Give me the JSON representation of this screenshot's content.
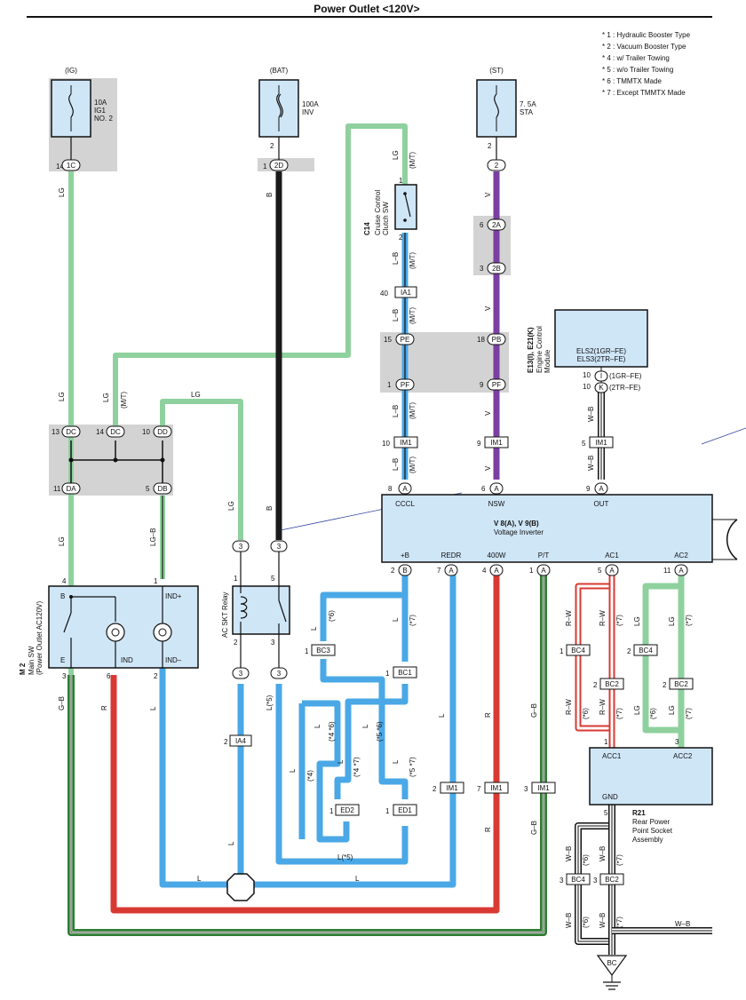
{
  "title": "Power Outlet <120V>",
  "notes": [
    "* 1 : Hydraulic Booster Type",
    "* 2 : Vacuum Booster Type",
    "* 4 : w/ Trailer Towing",
    "* 5 : w/o Trailer Towing",
    "* 6 : TMMTX Made",
    "* 7 : Except TMMTX Made"
  ],
  "fuses": {
    "ig": {
      "source": "(IG)",
      "rating": "10A",
      "name1": "IG1",
      "name2": "NO. 2",
      "pin": "14",
      "conn": "1C"
    },
    "bat": {
      "source": "(BAT)",
      "rating": "100A",
      "name1": "INV",
      "pin_top": "2",
      "pin": "1",
      "conn": "2D"
    },
    "st": {
      "source": "(ST)",
      "rating": "7. 5A",
      "name1": "STA",
      "pin_top": "2",
      "conn": "2"
    }
  },
  "wire_colors": {
    "LG": "LG",
    "B": "B",
    "V": "V",
    "LB": "L–B",
    "L": "L",
    "R": "R",
    "GB": "G–B",
    "LGB": "LG–B",
    "RW": "R–W",
    "WB": "W–B",
    "L5": "L(*5)",
    "MT": "(M/T)"
  },
  "connectors": {
    "j_pins": [
      "13",
      "14",
      "10",
      "11",
      "5"
    ],
    "j_conns": [
      "DC",
      "DC",
      "DD",
      "DA",
      "DB"
    ],
    "pe_pin": "15",
    "pe": "PE",
    "pb_pin": "18",
    "pb": "PB",
    "pf_pin1": "1",
    "pf": "PF",
    "pf_pin2": "9",
    "a2_pin": "6",
    "a2": "2A",
    "b2_pin": "3",
    "b2": "2B",
    "ia1_pin": "40",
    "ia1": "IA1",
    "im1": "IM1",
    "im1_pin10": "10",
    "im1_pin9": "9",
    "im1_pin5": "5",
    "im1_pin2": "2",
    "im1_pin7": "7",
    "im1_pin3": "3",
    "bc3": "BC3",
    "bc3_pin": "1",
    "bc1": "BC1",
    "bc1_pin": "1",
    "ed2": "ED2",
    "ed2_pin": "1",
    "ed1": "ED1",
    "ed1_pin": "1",
    "ia4": "IA4",
    "ia4_pin": "2",
    "bc4": "BC4",
    "bc2": "BC2",
    "bc": "BC",
    "r3": "3",
    "pin1": "1",
    "pin2": "2",
    "pin3": "3",
    "pin4": "4",
    "pin5": "5",
    "pin6": "6",
    "pin7": "7",
    "pin8": "8",
    "pin9": "9",
    "pin10": "10",
    "pin11": "11",
    "pin_a": "A",
    "pin_b": "B",
    "pin_i": "I",
    "pin_k": "K"
  },
  "components": {
    "c14": {
      "code": "C14",
      "name1": "Cruise Control",
      "name2": "Clutch SW"
    },
    "ecm": {
      "code": "E13(I), E21(K)",
      "name1": "Engine Control",
      "name2": "Module",
      "line1": "ELS2(1GR–FE)",
      "line2": "ELS3(2TR–FE)",
      "pinI": "(1GR–FE)",
      "pinK": "(2TR–FE)"
    },
    "inverter": {
      "code": "V 8(A), V 9(B)",
      "name": "Voltage Inverter",
      "top_pins": [
        "CCCL",
        "NSW",
        "OUT"
      ],
      "bottom_pins": [
        "+B",
        "REDR",
        "400W",
        "P/T",
        "AC1",
        "AC2"
      ]
    },
    "m2": {
      "code": "M 2",
      "name1": "Main SW",
      "name2": "(Power Outlet AC120V)",
      "terms": [
        "B",
        "E",
        "IND",
        "IND+",
        "IND–"
      ]
    },
    "relay": {
      "name": "AC SKT Relay"
    },
    "r21": {
      "code": "R21",
      "name1": "Rear Power",
      "name2": "Point Socket",
      "name3": "Assembly",
      "terms": [
        "ACC1",
        "ACC2",
        "GND"
      ]
    }
  },
  "variants": {
    "s4": "(*4)",
    "s5": "(*5)",
    "s6": "(*6)",
    "s7": "(*7)",
    "s46": "(*4 *6)",
    "s47": "(*4 *7)",
    "s56": "(*5 *6)",
    "s57": "(*5 *7)"
  },
  "colors": {
    "LG": "#8fd19e",
    "B": "#1a1a1a",
    "V": "#7a3fa0",
    "L": "#4aa8e6",
    "R": "#d83a33",
    "G": "#2e7d32",
    "W": "#ffffff",
    "box": "#cfe6f7",
    "gray": "#d3d3d3"
  }
}
